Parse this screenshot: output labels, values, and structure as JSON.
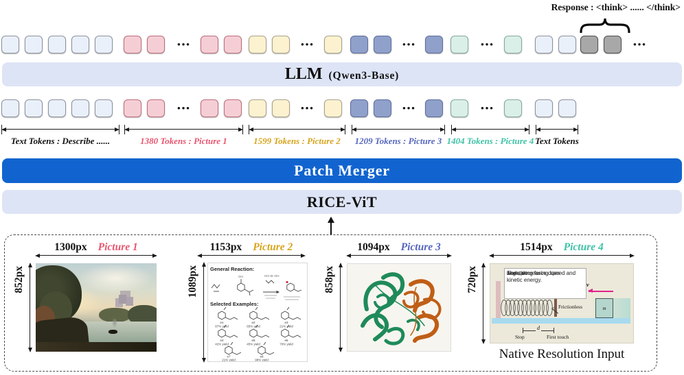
{
  "response_label": "Response : <think> ...... </think>",
  "llm": {
    "title": "LLM",
    "subtitle": "(Qwen3-Base)"
  },
  "patch_merger_label": "Patch Merger",
  "rice_vit_label": "RICE-ViT",
  "ellipsis": "•••",
  "token_colors": {
    "lightblue": {
      "fill": "#eaf0fa",
      "border": "#8d939e"
    },
    "pink": {
      "fill": "#f5ced5",
      "border": "#bb6e7c"
    },
    "yellow": {
      "fill": "#fdf2cf",
      "border": "#a9a28c"
    },
    "blue": {
      "fill": "#8fa0ca",
      "border": "#5e6d9d"
    },
    "teal": {
      "fill": "#d9efe7",
      "border": "#86a99e"
    },
    "gray": {
      "fill": "#a8a8a8",
      "border": "#4f4f4f"
    }
  },
  "token_rows": {
    "top": [
      {
        "type": "tokens",
        "color": "lightblue",
        "count": 5
      },
      {
        "type": "tokens",
        "color": "pink",
        "count": 2
      },
      {
        "type": "dots"
      },
      {
        "type": "tokens",
        "color": "pink",
        "count": 2
      },
      {
        "type": "tokens",
        "color": "yellow",
        "count": 2
      },
      {
        "type": "dots"
      },
      {
        "type": "tokens",
        "color": "yellow",
        "count": 1
      },
      {
        "type": "tokens",
        "color": "blue",
        "count": 2
      },
      {
        "type": "dots"
      },
      {
        "type": "tokens",
        "color": "blue",
        "count": 1
      },
      {
        "type": "tokens",
        "color": "teal",
        "count": 1
      },
      {
        "type": "dots"
      },
      {
        "type": "tokens",
        "color": "teal",
        "count": 1
      },
      {
        "type": "tokens",
        "color": "lightblue",
        "count": 2
      },
      {
        "type": "tokens",
        "color": "gray",
        "count": 2
      },
      {
        "type": "dots"
      }
    ],
    "bottom": [
      {
        "type": "tokens",
        "color": "lightblue",
        "count": 5
      },
      {
        "type": "tokens",
        "color": "pink",
        "count": 2
      },
      {
        "type": "dots"
      },
      {
        "type": "tokens",
        "color": "pink",
        "count": 2
      },
      {
        "type": "tokens",
        "color": "yellow",
        "count": 2
      },
      {
        "type": "dots"
      },
      {
        "type": "tokens",
        "color": "yellow",
        "count": 1
      },
      {
        "type": "tokens",
        "color": "blue",
        "count": 2
      },
      {
        "type": "dots"
      },
      {
        "type": "tokens",
        "color": "blue",
        "count": 1
      },
      {
        "type": "tokens",
        "color": "teal",
        "count": 1
      },
      {
        "type": "dots"
      },
      {
        "type": "tokens",
        "color": "teal",
        "count": 1
      },
      {
        "type": "tokens",
        "color": "lightblue",
        "count": 2
      }
    ]
  },
  "segments": [
    {
      "label": "Text Tokens : Describe ......",
      "color": "#111111"
    },
    {
      "label": "1380 Tokens : Picture 1",
      "color": "#e8566f"
    },
    {
      "label": "1599 Tokens : Picture 2",
      "color": "#d8a41c"
    },
    {
      "label": "1209 Tokens : Picture 3",
      "color": "#5566bd"
    },
    {
      "label": "1404 Tokens : Picture 4",
      "color": "#3fc2a7"
    },
    {
      "label": "Text Tokens",
      "color": "#111111"
    }
  ],
  "pictures": [
    {
      "name": "Picture 1",
      "width_label": "1300px",
      "height_label": "852px",
      "color": "#e8566f"
    },
    {
      "name": "Picture 2",
      "width_label": "1153px",
      "height_label": "1089px",
      "color": "#d8a41c"
    },
    {
      "name": "Picture 3",
      "width_label": "1094px",
      "height_label": "858px",
      "color": "#5566bd"
    },
    {
      "name": "Picture 4",
      "width_label": "1514px",
      "height_label": "720px",
      "color": "#3fc2a7"
    }
  ],
  "picture2_fig": {
    "general_reaction": "General Reaction:",
    "selected_examples": "Selected Examples:",
    "examples": [
      {
        "id": "e1",
        "yield": "87% yield"
      },
      {
        "id": "e2",
        "yield": "65% yield"
      },
      {
        "id": "e3",
        "yield": "21% yield"
      },
      {
        "id": "e4",
        "yield": "42% yield"
      },
      {
        "id": "e5",
        "yield": "45% yield"
      },
      {
        "id": "e6",
        "yield": "70% yield"
      },
      {
        "id": "e7",
        "yield": "21% yield"
      },
      {
        "id": "e8",
        "yield": "98% yield"
      }
    ]
  },
  "picture4_fig": {
    "caption_parts": [
      "The spring force does ",
      "negative",
      " work, decreasing speed and kinetic energy."
    ],
    "spring_label": "k",
    "mass_label": "m",
    "velocity_label": "v⃗",
    "frictionless": "Frictionless",
    "stop": "Stop",
    "first_touch": "First touch",
    "distance_label": "d"
  },
  "native_resolution_label": "Native Resolution Input"
}
